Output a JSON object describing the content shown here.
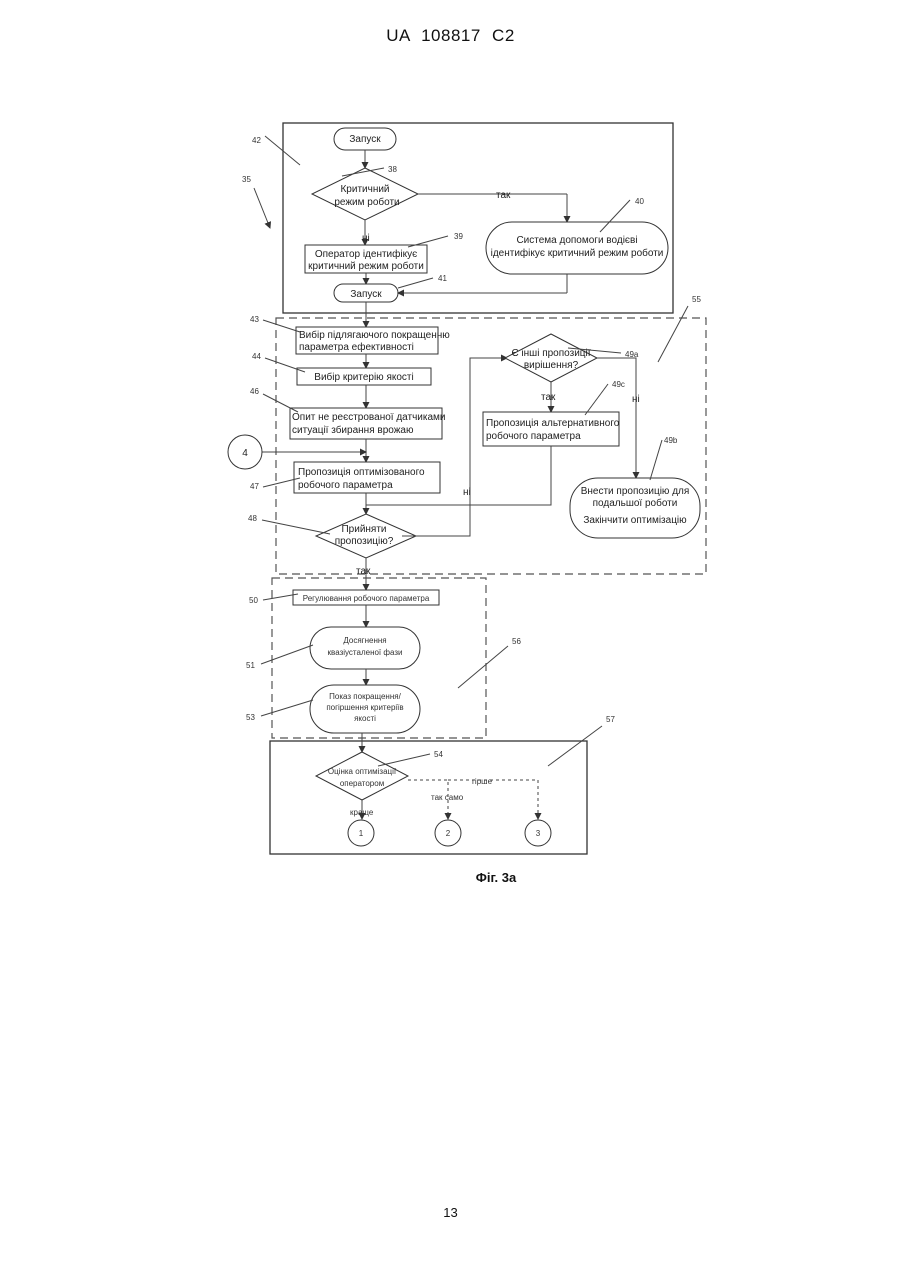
{
  "header": {
    "text": "UA   108817   C2"
  },
  "page_number": "13",
  "figure": {
    "caption": "Фіг. 3а",
    "ref_labels": {
      "r42": "42",
      "r35": "35",
      "r38": "38",
      "r40": "40",
      "r39": "39",
      "r41": "41",
      "r43": "43",
      "r44": "44",
      "r46": "46",
      "r47": "47",
      "r48": "48",
      "r49a": "49a",
      "r49c": "49c",
      "r49b": "49b",
      "r55": "55",
      "r4": "4",
      "r50": "50",
      "r51": "51",
      "r53": "53",
      "r56": "56",
      "r57": "57",
      "r54": "54"
    },
    "nodes": {
      "start1": "Запуск",
      "critical": [
        "Критичний",
        "режим роботи"
      ],
      "operator_ident": [
        "Оператор ідентифікує",
        "критичний режим роботи"
      ],
      "system_ident": [
        "Система допомоги водієві",
        "ідентифікує критичний режим роботи"
      ],
      "start2": "Запуск",
      "select_param": [
        "Вибір підлягаючого покращенню",
        "параметра ефективності"
      ],
      "select_criterion": "Вибір критерію якості",
      "experience": [
        "Опит не реєстрованої датчиками",
        "ситуації збирання врожаю"
      ],
      "propose_opt": [
        "Пропозиція оптимізованого",
        "робочого параметра"
      ],
      "accept": [
        "Прийняти",
        "пропозицію?"
      ],
      "other_proposals": [
        "Є інші пропозиції",
        "вирішення?"
      ],
      "propose_alt": [
        "Пропозиція альтернативного",
        "робочого параметра"
      ],
      "save_proposal": [
        "Внести пропозицію для",
        "подальшої роботи"
      ],
      "finish": "Закінчити оптимізацію",
      "adjust_param": "Регулювання робочого параметра",
      "quasi_steady": [
        "Досягнення",
        "квазіусталеної фази"
      ],
      "show_change": [
        "Показ покращення/",
        "погіршення критеріїв",
        "якості"
      ],
      "evaluate": [
        "Оцінка оптимізації",
        "оператором"
      ],
      "connector_1": "1",
      "connector_2": "2",
      "connector_3": "3",
      "connector_4": "4"
    },
    "edge_labels": {
      "yes_critical": "так",
      "no_critical": "ні",
      "yes_other": "так",
      "no_other": "ні",
      "no_accept": "ні",
      "yes_accept": "так",
      "better": "краще",
      "same": "так само",
      "worse": "гірше"
    }
  }
}
